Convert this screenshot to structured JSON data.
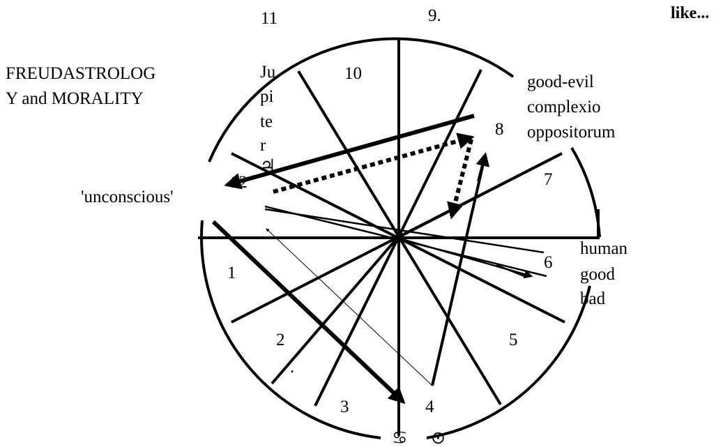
{
  "header": {
    "corner_note": "like..."
  },
  "title": {
    "line1": "FREUDASTROLOG",
    "line2": "Y and MORALITY"
  },
  "houses": [
    {
      "id": "h1",
      "label": "1"
    },
    {
      "id": "h2",
      "label": "2"
    },
    {
      "id": "h3",
      "label": "3"
    },
    {
      "id": "h4",
      "label": "4"
    },
    {
      "id": "h5",
      "label": "5"
    },
    {
      "id": "h6",
      "label": "6"
    },
    {
      "id": "h7",
      "label": "7"
    },
    {
      "id": "h8",
      "label": "8"
    },
    {
      "id": "h9",
      "label": "9."
    },
    {
      "id": "h10",
      "label": "10"
    },
    {
      "id": "h11",
      "label": "11"
    },
    {
      "id": "h12",
      "label": "12"
    }
  ],
  "jupiter_label": [
    "Ju",
    "pi",
    "te",
    "r",
    "♃"
  ],
  "labels": {
    "unconscious": "'unconscious'",
    "good_evil": [
      "good-evil",
      "complexio",
      "oppositorum"
    ],
    "human": [
      "human",
      "good",
      "bad"
    ]
  },
  "bottom_symbols": {
    "cancer": "♋",
    "sun": "⊙"
  },
  "stray_marks": {
    "dot_left": ".",
    "dot_lower": "."
  }
}
